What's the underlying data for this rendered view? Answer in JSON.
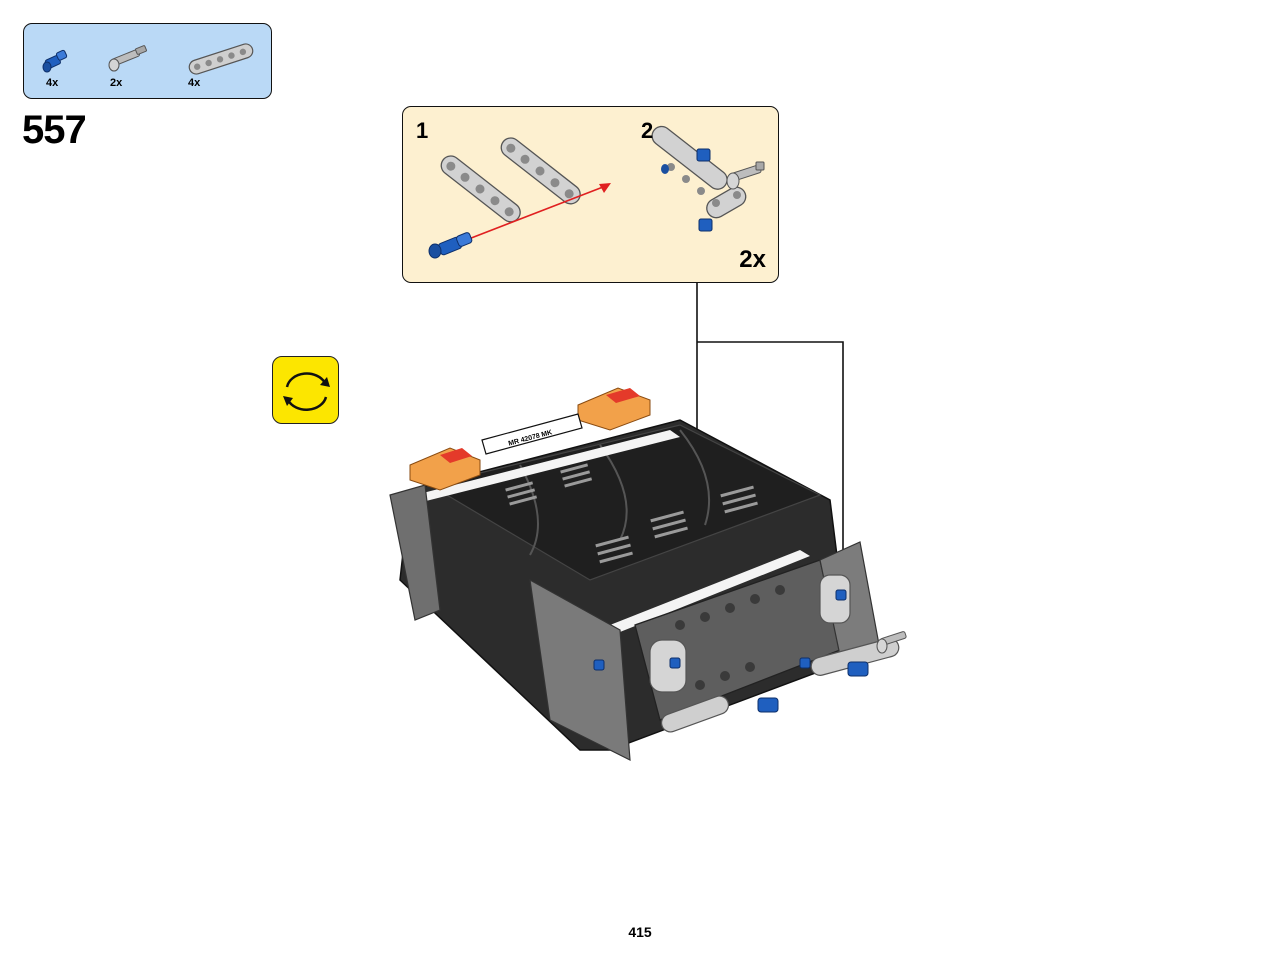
{
  "parts_list": {
    "items": [
      {
        "part": "blue-axle-pin",
        "qty": "4x"
      },
      {
        "part": "gray-axle-pin-with-stop",
        "qty": "2x"
      },
      {
        "part": "gray-beam-5",
        "qty": "4x"
      }
    ]
  },
  "step": {
    "number": "557"
  },
  "subassembly": {
    "steps": [
      "1",
      "2"
    ],
    "multiplier": "2x"
  },
  "rotate_icon": "rotate-model-icon",
  "model": {
    "sticker_text": "MR 42078 MK"
  },
  "colors": {
    "parts_bg": "#bad9f6",
    "sub_bg": "#fdf0d0",
    "rotate_bg": "#fce600",
    "blue_part": "#1f5fbf",
    "gray_part": "#c9c9c9",
    "dark_body": "#2a2a2a",
    "arrow_red": "#e02020"
  },
  "page": {
    "number": "415"
  }
}
